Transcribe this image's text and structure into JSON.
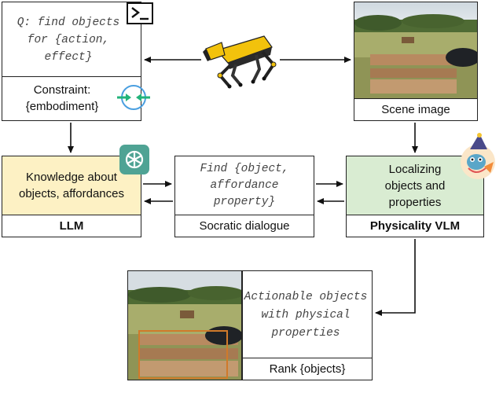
{
  "query_box": {
    "query_text": "Q: find objects for {action, effect}",
    "constraint_text": "Constraint: {embodiment}"
  },
  "scene_box": {
    "caption": "Scene image"
  },
  "llm_box": {
    "content": "Knowledge about objects, affordances",
    "label": "LLM"
  },
  "dialogue_box": {
    "content": "Find {object, affordance property}",
    "label": "Socratic dialogue"
  },
  "vlm_box": {
    "content": "Localizing objects and properties",
    "label": "Physicality VLM"
  },
  "result_box": {
    "content": "Actionable objects with physical properties",
    "label": "Rank {objects}"
  },
  "colors": {
    "llm_fill": "#fdf1c4",
    "vlm_fill": "#d9ecd2",
    "constraint_arrows": "#22b37a",
    "constraint_ring": "#4a9fe0",
    "highlight_box": "#d07a2a",
    "chatgpt_badge": "#4fa394"
  }
}
